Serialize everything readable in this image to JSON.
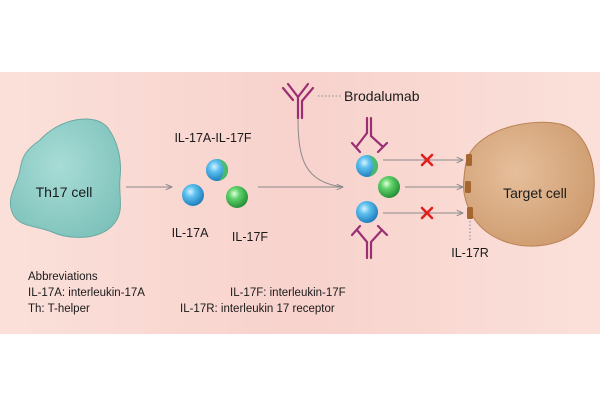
{
  "diagram": {
    "th17_label": "Th17 cell",
    "target_label": "Target cell",
    "heterodimer_label": "IL-17A-IL-17F",
    "il17a_label": "IL-17A",
    "il17f_label": "IL-17F",
    "drug_label": "Brodalumab",
    "receptor_label": "IL-17R",
    "abbreviations": {
      "heading": "Abbreviations",
      "il17a": "IL-17A: interleukin-17A",
      "th": "Th: T-helper",
      "il17f": "IL-17F: interleukin-17F",
      "il17r": "IL-17R: interleukin 17 receptor"
    }
  },
  "colors": {
    "panel_background": "#fadcd6",
    "th17_cell": "#8ecfc9",
    "target_cell": "#d9ab83",
    "il17a_sphere": "#2a9fd6",
    "il17f_sphere": "#39b54a",
    "antibody": "#9b2f74",
    "block_x": "#e02020",
    "arrow": "#8a8a8a",
    "receptor": "#a5672f"
  }
}
